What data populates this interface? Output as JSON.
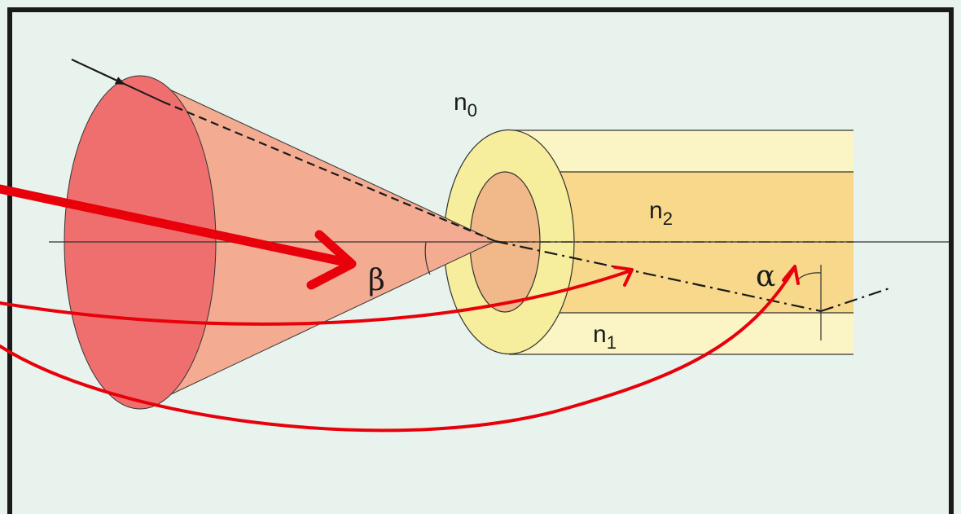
{
  "labels": {
    "n0": {
      "base": "n",
      "sub": "0"
    },
    "n1": {
      "base": "n",
      "sub": "1"
    },
    "n2": {
      "base": "n",
      "sub": "2"
    },
    "beta": "β",
    "alpha": "α"
  },
  "colors": {
    "panel_bg": "#e9f3ee",
    "frame": "#1a1a1a",
    "cone_base": "#ef6f6f",
    "cone_side": "#f3ab92",
    "cladding": "#fbf4c4",
    "cladding_ring": "#f6ee9c",
    "core": "#f8d98c",
    "core_end": "#f1b88a",
    "annotation": "#e8000b"
  }
}
